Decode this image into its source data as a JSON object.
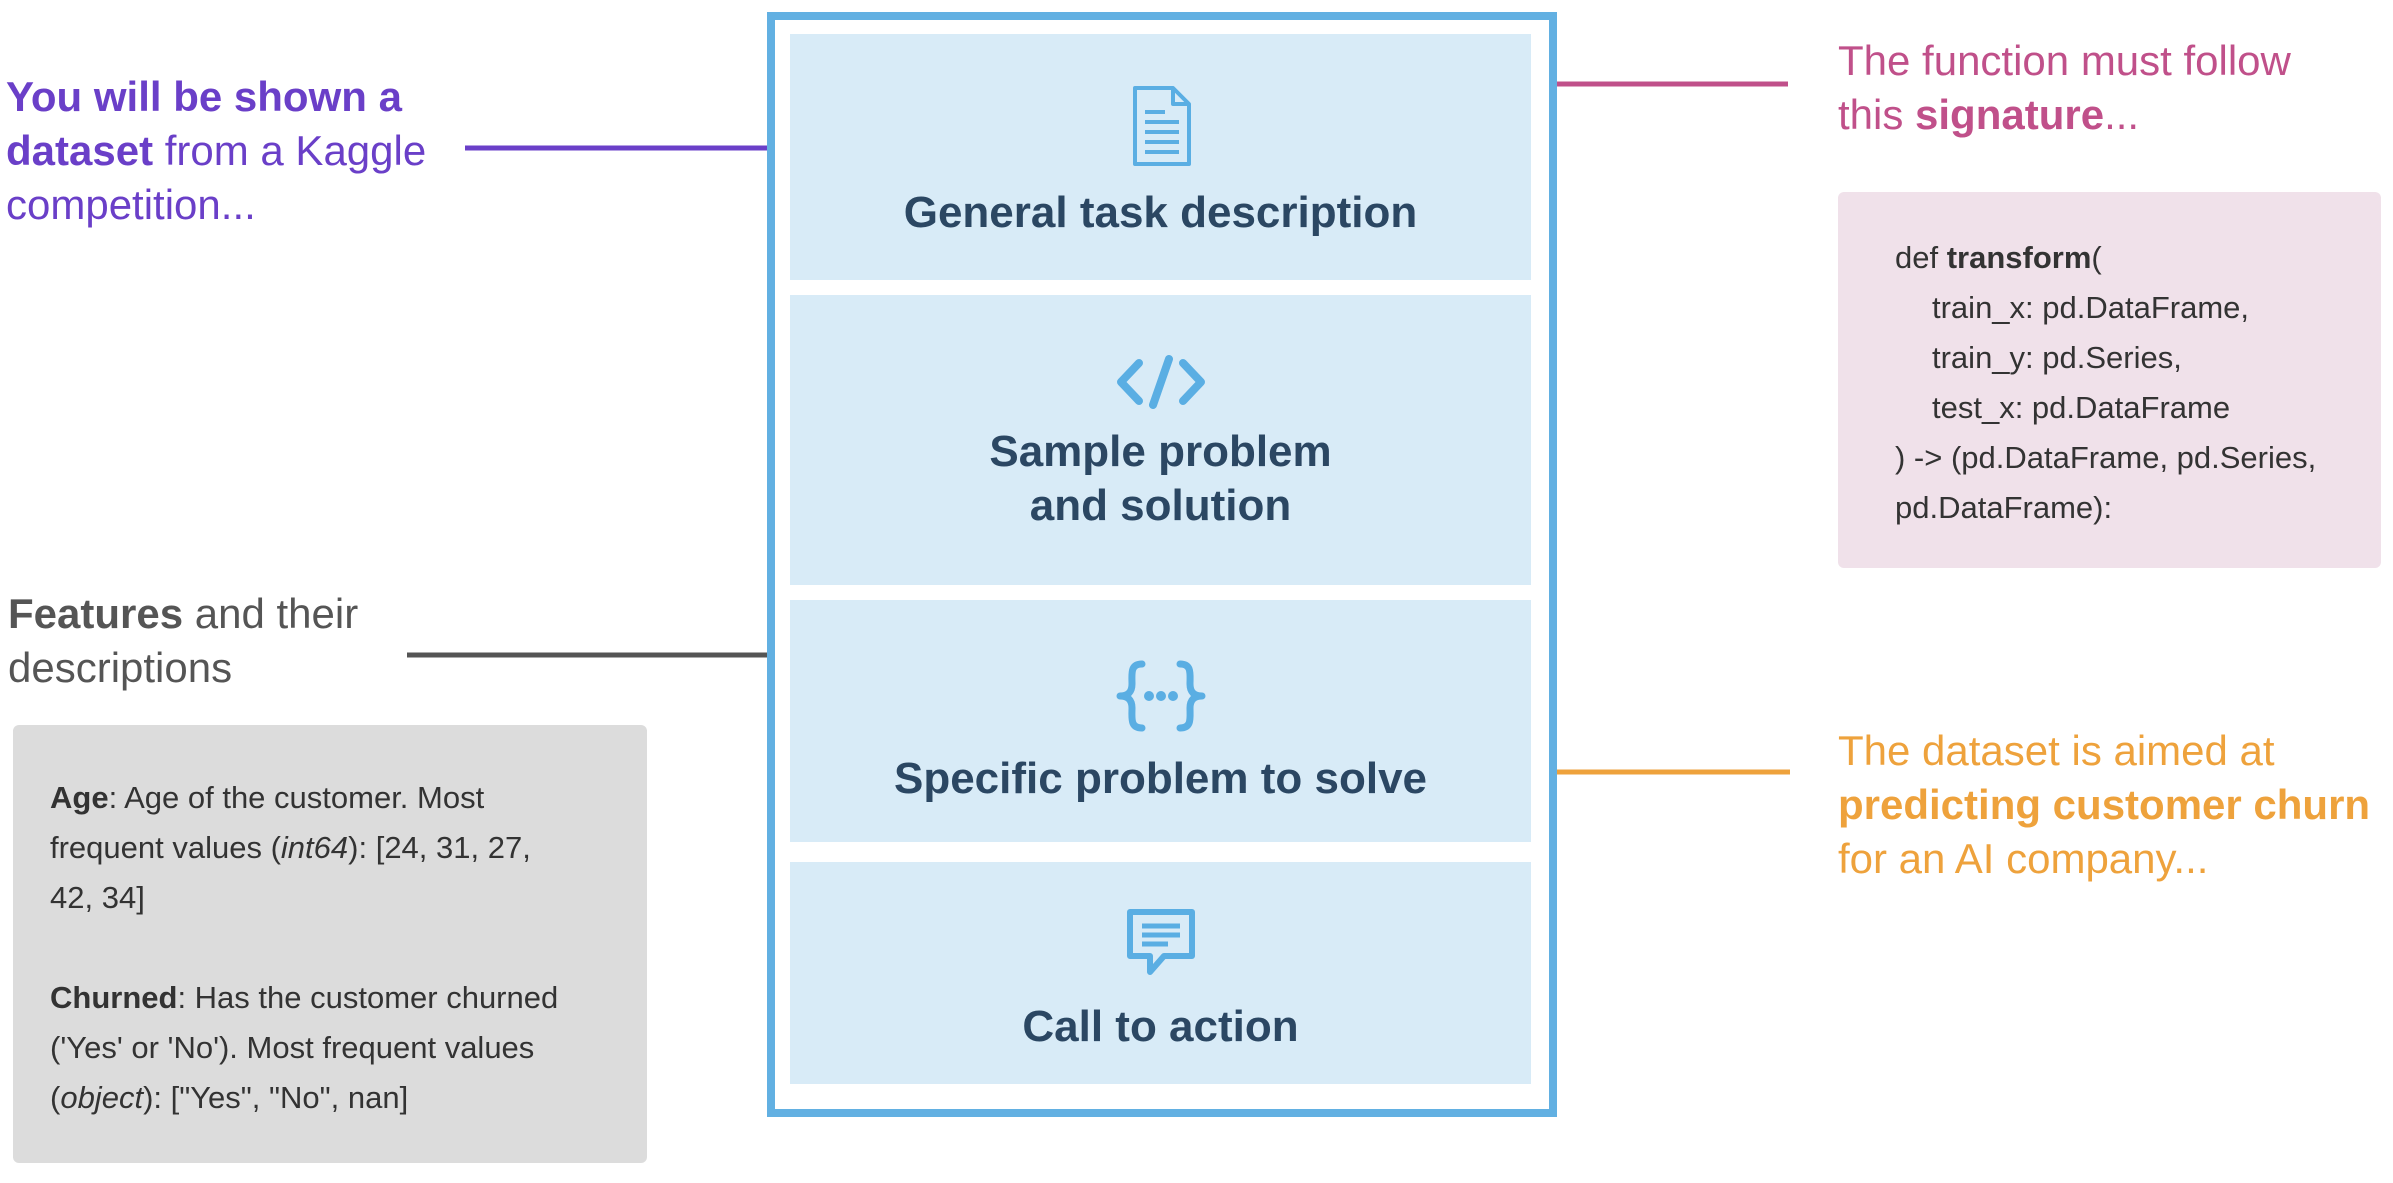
{
  "prompt_sections": {
    "general": {
      "label": "General task description",
      "icon": "document-icon"
    },
    "sample": {
      "label_line1": "Sample problem",
      "label_line2": "and solution",
      "icon": "code-icon"
    },
    "specific": {
      "label": "Specific problem to solve",
      "icon": "curly-braces-icon"
    },
    "cta": {
      "label": "Call to action",
      "icon": "chat-bubble-icon"
    }
  },
  "annotations": {
    "dataset": {
      "line1_bold": "You will be shown a",
      "line2_bold": "dataset",
      "line2_rest": " from a Kaggle",
      "line3": "competition...",
      "color": "#6a3fc8"
    },
    "features": {
      "line1_bold": "Features",
      "line1_rest": " and their",
      "line2": "descriptions",
      "color": "#555555"
    },
    "signature": {
      "line1": "The function must follow",
      "line2_pre": "this ",
      "line2_bold": "signature",
      "line2_post": "...",
      "color": "#c0508a"
    },
    "churn": {
      "line1": "The dataset is aimed at",
      "line2_bold": "predicting customer churn",
      "line3": "for an AI company...",
      "color": "#eea23c"
    }
  },
  "code": {
    "l1_pre": "def ",
    "l1_bold": "transform",
    "l1_post": "(",
    "l2": "train_x: pd.DataFrame,",
    "l3": "train_y: pd.Series,",
    "l4": "test_x: pd.DataFrame",
    "l5": ") -> (pd.DataFrame, pd.Series,",
    "l6": "pd.DataFrame):"
  },
  "features": {
    "age_name": "Age",
    "age_line1_rest": ": Age of the customer. Most",
    "age_line2_pre": "frequent values (",
    "age_line2_type": "int64",
    "age_line2_post": "): [24, 31, 27,",
    "age_line3": "42, 34]",
    "churned_name": "Churned",
    "churned_line1_rest": ": Has the customer churned",
    "churned_line2": "('Yes' or 'No'). Most frequent values",
    "churned_line3_pre": "(",
    "churned_line3_type": "object",
    "churned_line3_post": "): [\"Yes\", \"No\", nan]"
  },
  "colors": {
    "frame": "#62b0e2",
    "section_bg": "#d8ebf7",
    "section_text": "#2b4763",
    "icon": "#5aaee3"
  }
}
